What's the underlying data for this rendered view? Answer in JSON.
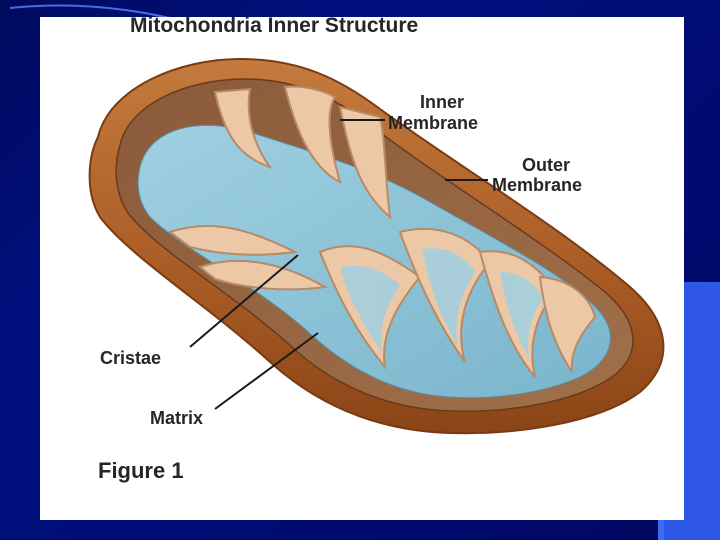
{
  "diagram": {
    "title": "Mitochondria Inner Structure",
    "labels": {
      "inner_membrane_line1": "Inner",
      "inner_membrane_line2": "Membrane",
      "outer_membrane_line1": "Outer",
      "outer_membrane_line2": "Membrane",
      "cristae": "Cristae",
      "matrix": "Matrix"
    },
    "caption": "Figure 1"
  },
  "colors": {
    "background": "#000a70",
    "accent": "#2f57e6",
    "outer_membrane": "#b8692e",
    "inner_membrane": "#ecc8a6",
    "matrix": "#8ec5d8",
    "label_text": "#262626"
  }
}
